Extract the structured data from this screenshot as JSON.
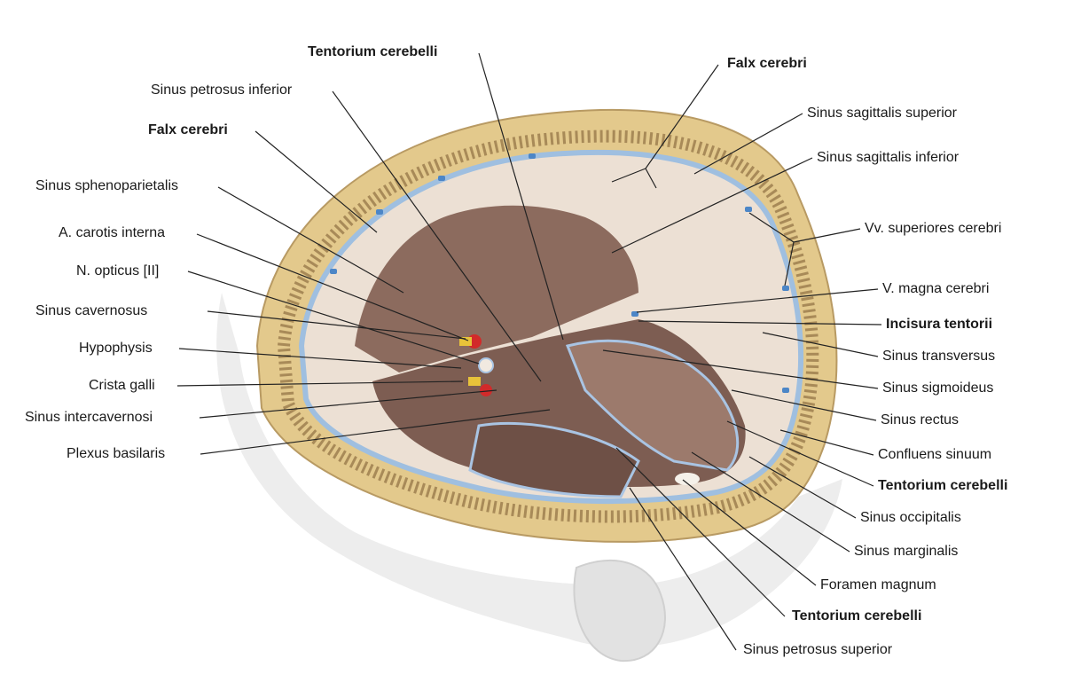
{
  "labels": {
    "tentorium_top": "Tentorium cerebelli",
    "sinus_petrosus_inferior": "Sinus petrosus inferior",
    "falx_left": "Falx cerebri",
    "sinus_sphenoparietalis": "Sinus sphenoparietalis",
    "a_carotis_interna": "A. carotis interna",
    "n_opticus": "N. opticus [II]",
    "sinus_cavernosus": "Sinus cavernosus",
    "hypophysis": "Hypophysis",
    "crista_galli": "Crista galli",
    "sinus_intercavernosi": "Sinus intercavernosi",
    "plexus_basilaris": "Plexus basilaris",
    "falx_right": "Falx cerebri",
    "sinus_sagittalis_superior": "Sinus sagittalis superior",
    "sinus_sagittalis_inferior": "Sinus sagittalis inferior",
    "vv_superiores_cerebri": "Vv. superiores cerebri",
    "v_magna_cerebri": "V. magna cerebri",
    "incisura_tentorii": "Incisura tentorii",
    "sinus_transversus": "Sinus transversus",
    "sinus_sigmoideus": "Sinus sigmoideus",
    "sinus_rectus": "Sinus rectus",
    "confluens_sinuum": "Confluens sinuum",
    "tentorium_right": "Tentorium cerebelli",
    "sinus_occipitalis": "Sinus occipitalis",
    "sinus_marginalis": "Sinus marginalis",
    "foramen_magnum": "Foramen magnum",
    "tentorium_bottom": "Tentorium cerebelli",
    "sinus_petrosus_superior": "Sinus petrosus superior"
  },
  "colors": {
    "skull_outer": "#e3c98c",
    "bone_porous": "#b89a63",
    "dura": "#e8d9cc",
    "fossa": "#8c6b5e",
    "sinus_blue": "#7fa8d4",
    "artery_red": "#d22a2a",
    "nerve_yellow": "#e8c33a",
    "head_shadow": "#e6e6e6"
  }
}
